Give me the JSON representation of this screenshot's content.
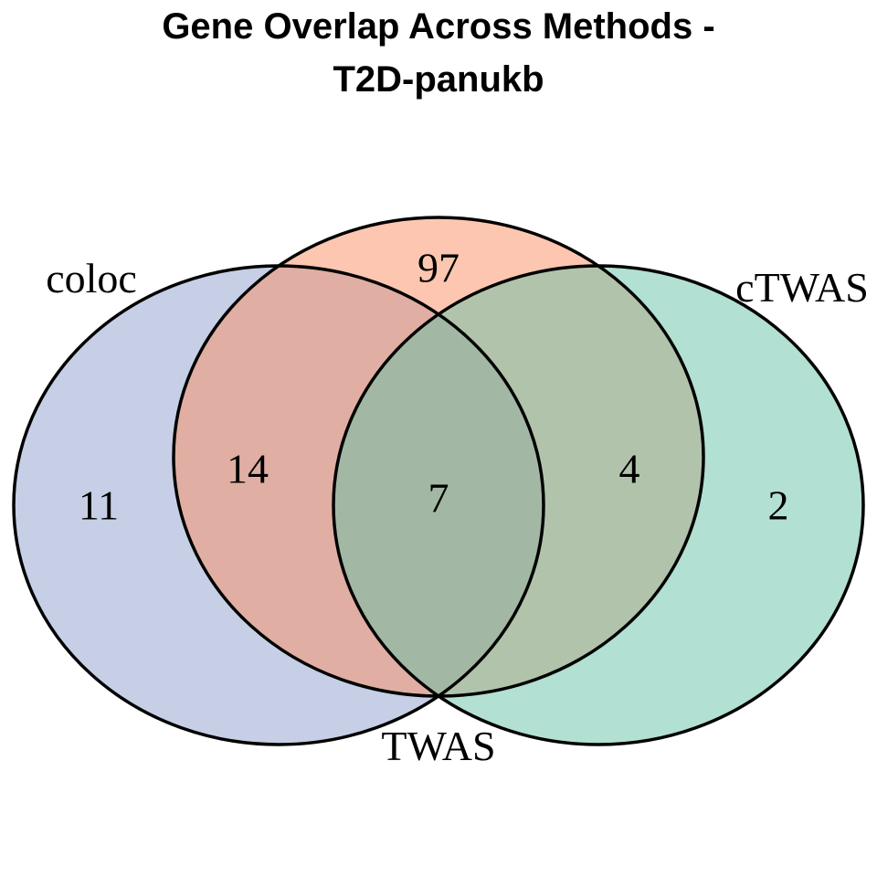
{
  "title": {
    "line1": "Gene Overlap Across Methods -",
    "line2": "T2D-panukb"
  },
  "chart_data": {
    "type": "venn",
    "title": "Gene Overlap Across Methods - T2D-panukb",
    "sets": [
      {
        "name": "coloc",
        "color": "#8da0cb"
      },
      {
        "name": "TWAS",
        "color": "#fc8d62"
      },
      {
        "name": "cTWAS",
        "color": "#66c2a5"
      }
    ],
    "regions": [
      {
        "sets": [
          "coloc"
        ],
        "count": 11
      },
      {
        "sets": [
          "TWAS"
        ],
        "count": 97
      },
      {
        "sets": [
          "cTWAS"
        ],
        "count": 2
      },
      {
        "sets": [
          "coloc",
          "TWAS"
        ],
        "count": 14
      },
      {
        "sets": [
          "TWAS",
          "cTWAS"
        ],
        "count": 4
      },
      {
        "sets": [
          "coloc",
          "TWAS",
          "cTWAS"
        ],
        "count": 7
      }
    ]
  }
}
